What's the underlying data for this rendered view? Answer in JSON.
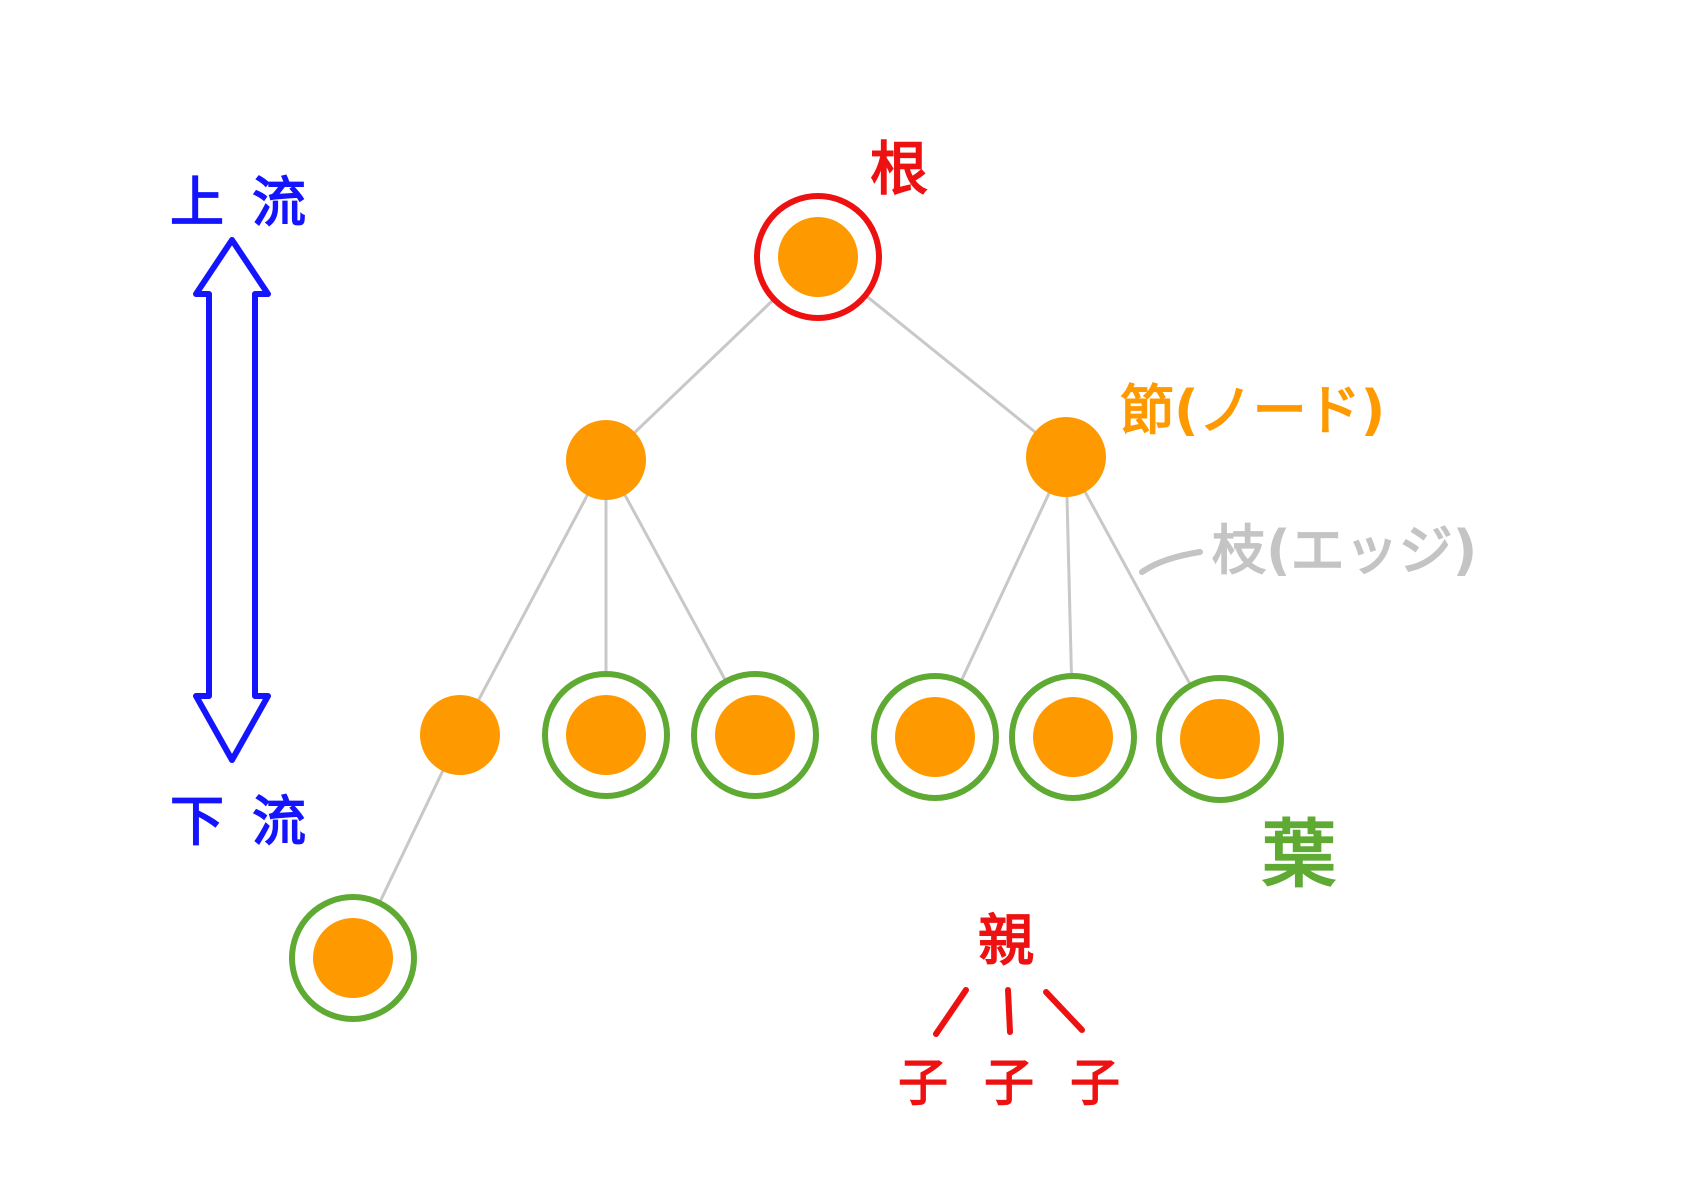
{
  "colors": {
    "node_fill": "#ff9900",
    "edge": "#c8c8c8",
    "root_ring": "#ee1111",
    "leaf_ring": "#5eaa32",
    "flow_arrow": "#1414ff"
  },
  "flow": {
    "upstream": "上流",
    "downstream": "下流"
  },
  "legend": {
    "root": "根",
    "node": "節(ノード)",
    "edge": "枝(エッジ)",
    "leaf": "葉"
  },
  "relation": {
    "parent": "親",
    "children": [
      "子",
      "子",
      "子"
    ]
  },
  "tree": {
    "nodes": [
      {
        "id": "root",
        "kind": "root"
      },
      {
        "id": "n1",
        "kind": "internal"
      },
      {
        "id": "n2",
        "kind": "internal"
      },
      {
        "id": "n3",
        "kind": "internal"
      },
      {
        "id": "leaf1",
        "kind": "leaf"
      },
      {
        "id": "leaf2",
        "kind": "leaf"
      },
      {
        "id": "leaf3",
        "kind": "leaf"
      },
      {
        "id": "leaf4",
        "kind": "leaf"
      },
      {
        "id": "leaf5",
        "kind": "leaf"
      },
      {
        "id": "leaf6",
        "kind": "leaf"
      },
      {
        "id": "leaf7",
        "kind": "leaf"
      }
    ],
    "edges": [
      [
        "root",
        "n1"
      ],
      [
        "root",
        "n2"
      ],
      [
        "n1",
        "n3"
      ],
      [
        "n1",
        "leaf1"
      ],
      [
        "n1",
        "leaf2"
      ],
      [
        "n2",
        "leaf3"
      ],
      [
        "n2",
        "leaf4"
      ],
      [
        "n2",
        "leaf5"
      ],
      [
        "n3",
        "leaf6"
      ]
    ]
  }
}
